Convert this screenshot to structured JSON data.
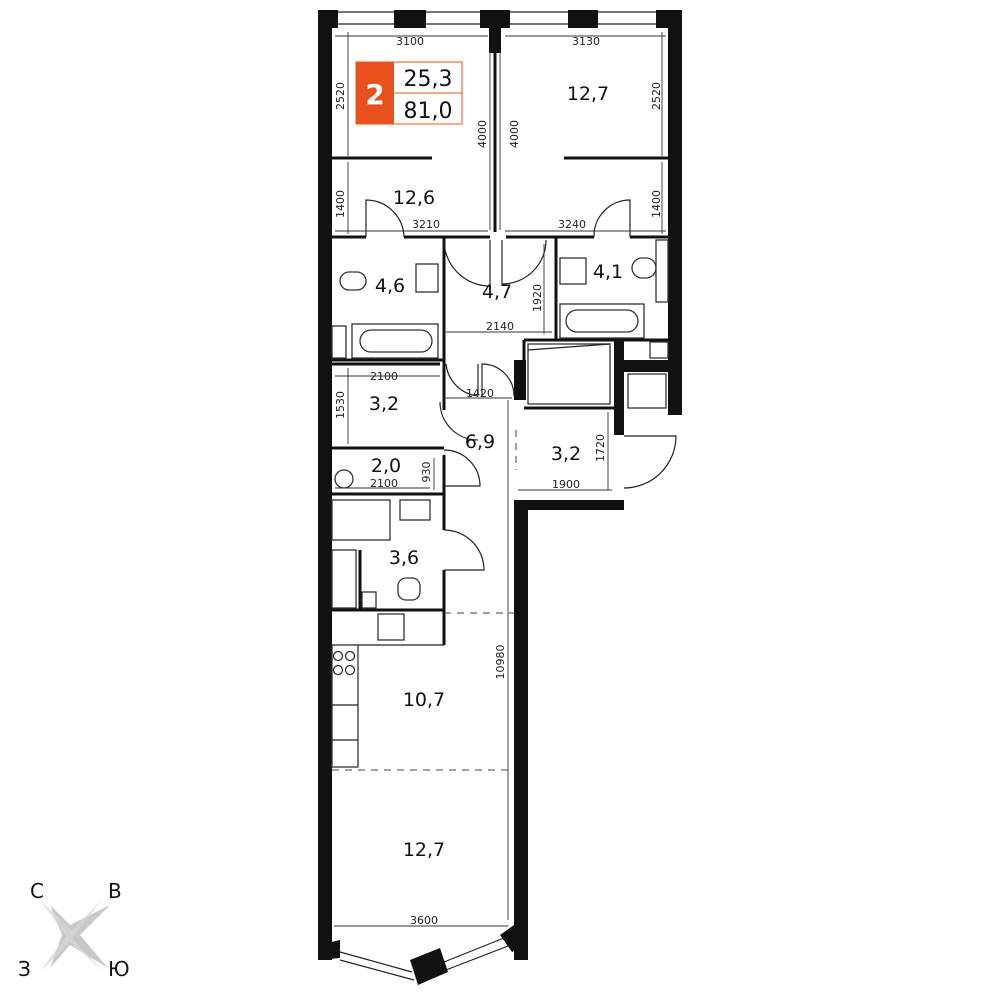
{
  "badge": {
    "rooms": "2",
    "living_area": "25,3",
    "total_area": "81,0",
    "accent_color": "#e8501e"
  },
  "rooms": {
    "bedroom_left": "12,6",
    "bedroom_right": "12,7",
    "bath_left": "4,6",
    "hall_upper": "4,7",
    "bath_right": "4,1",
    "storage": "3,2",
    "corridor": "6,9",
    "closet": "3,2",
    "laundry": "2,0",
    "wc": "3,6",
    "kitchen": "10,7",
    "living": "12,7"
  },
  "dimensions": {
    "top_left_width": "3100",
    "top_right_width": "3130",
    "left_depth_upper": "2520",
    "right_depth_upper": "2520",
    "left_room_height": "4000",
    "right_room_height": "4000",
    "left_depth_lower": "1400",
    "right_depth_lower": "1400",
    "left_wall_width": "3210",
    "right_wall_width": "3240",
    "hall_height": "1920",
    "hall_width": "2140",
    "storage_width": "2100",
    "door_width": "1420",
    "storage_height": "1530",
    "closet_height": "1720",
    "laundry_height": "930",
    "laundry_width": "2100",
    "closet_width": "1900",
    "apartment_length": "10980",
    "living_width": "3600"
  },
  "compass": {
    "north": "С",
    "east": "В",
    "west": "З",
    "south": "Ю"
  }
}
